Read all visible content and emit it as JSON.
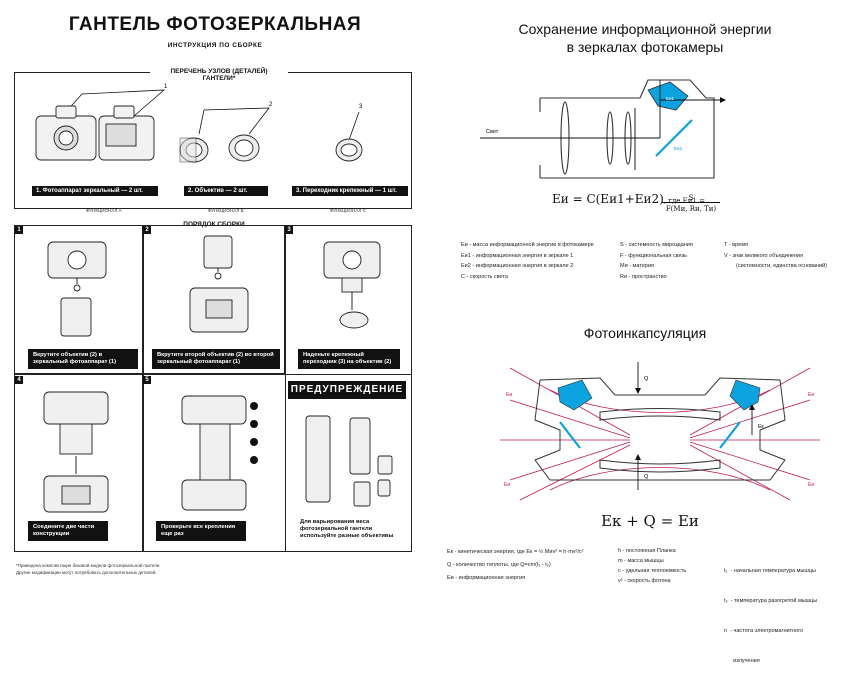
{
  "left": {
    "title": "ГАНТЕЛЬ ФОТОЗЕРКАЛЬНАЯ",
    "subtitle": "ИНСТРУКЦИЯ ПО СБОРКЕ",
    "parts_header": "ПЕРЕЧЕНЬ УЗЛОВ (ДЕТАЛЕЙ) ГАНТЕЛИ*",
    "parts": [
      {
        "num": "1",
        "label": "1. Фотоаппарат зеркальный — 2 шт.",
        "func": "ФУНКЦИОНАЛ А"
      },
      {
        "num": "2",
        "label": "2. Объектив — 2 шт.",
        "func": "ФУНКЦИОНАЛ В"
      },
      {
        "num": "3",
        "label": "3. Переходник крепежный — 1 шт.",
        "func": "ФУНКЦИОНАЛ С"
      }
    ],
    "assembly_header": "ПОРЯДОК СБОРКИ",
    "steps": [
      {
        "num": "1",
        "text": "Вкрутите объектив (2) в зеркальный фотоаппарат (1)"
      },
      {
        "num": "2",
        "text": "Вкрутите второй объектив (2) во второй зеркальный фотоаппарат (1)"
      },
      {
        "num": "3",
        "text": "Наденьте крепежный переходник (3) на объектив (2)"
      },
      {
        "num": "4",
        "text": "Соедините две части конструкции"
      },
      {
        "num": "5",
        "text": "Проверьте все крепления еще раз"
      }
    ],
    "warning_title": "ПРЕДУПРЕЖДЕНИЕ",
    "warning_text": "Для варьирования веса фотозеркальной гантели используйте разные объективы",
    "footnote1": "*Приведена комплектация базовой модели фотозеркальной гантели.",
    "footnote2": "Другие модификации могут потребовать дополнительных деталей."
  },
  "right": {
    "title1": "Сохранение информационной энергии",
    "title2": "в зеркалах фотокамеры",
    "light_label": "Свет",
    "mirror1_label": "Еи1",
    "mirror2_label": "Еи2",
    "formula_main": "Еи = С(Еи1+Еи2)",
    "formula_where": ", где  Еи1 = ",
    "formula_num": "S",
    "formula_den": "F(Mи, Rи, Tи)",
    "legend1": [
      {
        "sym": "Еи",
        "text": "- масса информационной энергии в фотокамере"
      },
      {
        "sym": "Еи1",
        "text": "- информационная энергия в зеркале 1"
      },
      {
        "sym": "Еи2",
        "text": "- информационная энергия в зеркале 2"
      },
      {
        "sym": "С",
        "text": "- скорость света"
      }
    ],
    "legend2": [
      {
        "sym": "S",
        "text": "- системность мироздания"
      },
      {
        "sym": "F",
        "text": "- функциональная связь"
      },
      {
        "sym": "Mи",
        "text": "- материя"
      },
      {
        "sym": "Rи",
        "text": "- пространство"
      }
    ],
    "legend3": [
      {
        "sym": "T",
        "text": "- время"
      },
      {
        "sym": "V",
        "text": "- знак великого объединения"
      },
      {
        "sym": "",
        "text": "(системности, единства оснований)"
      }
    ],
    "title3": "Фотоинкапсуляция",
    "q_label": "Q",
    "ei_label": "Еи",
    "ek_label": "Ек",
    "formula2": "Ек + Q = Еи",
    "legend4": [
      {
        "text": "Ек - кинетическая энергия, где Ек = ½ Mиv² = h·mv²/c²"
      },
      {
        "text": "Q - количество теплоты, где Q=cm(t₁ - t₂)"
      },
      {
        "text": "Еи - информационная энергия"
      }
    ],
    "legend5": [
      {
        "text": "h  - постоянная Планка"
      },
      {
        "text": "m  - масса мышцы"
      },
      {
        "text": "c  - удельная теплоемкость"
      },
      {
        "text": "v²  - скорость фотона"
      }
    ],
    "legend6": [
      {
        "text": "t₁  - начальная температура мышцы"
      },
      {
        "text": "t₂  - температура разогретой мышцы"
      },
      {
        "text": "n  - частота электромагнитного"
      },
      {
        "text": "      излучения"
      }
    ],
    "blue": "#0aa3e0",
    "red": "#c2185b"
  }
}
